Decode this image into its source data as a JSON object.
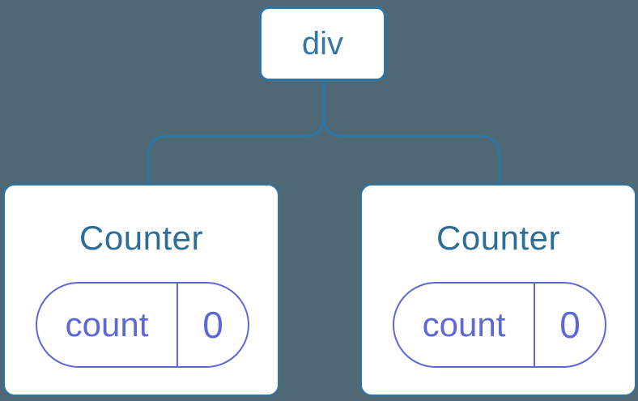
{
  "diagram": {
    "root": {
      "label": "div"
    },
    "children": [
      {
        "title": "Counter",
        "state": {
          "key": "count",
          "value": "0"
        }
      },
      {
        "title": "Counter",
        "state": {
          "key": "count",
          "value": "0"
        }
      }
    ]
  },
  "colors": {
    "background": "#4e6974",
    "node_fill": "#ffffff",
    "connector_blue": "#2e75a6",
    "root_label_blue": "#38789f",
    "component_title_blue": "#2d6e96",
    "state_purple": "#5d68d6"
  }
}
